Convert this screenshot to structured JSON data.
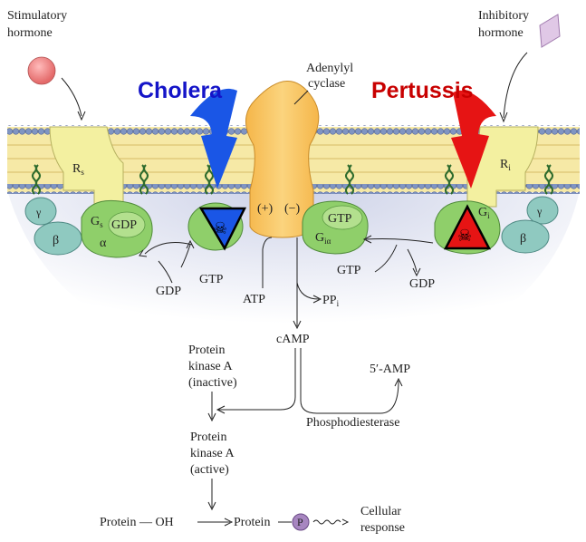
{
  "labels": {
    "stimulatory_line1": "Stimulatory",
    "stimulatory_line2": "hormone",
    "inhibitory_line1": "Inhibitory",
    "inhibitory_line2": "hormone",
    "adenylyl_line1": "Adenylyl",
    "adenylyl_line2": "cyclase",
    "cholera": "Cholera",
    "pertussis": "Pertussis",
    "rs": "R",
    "rs_sub": "s",
    "ri": "R",
    "ri_sub": "i",
    "gamma": "γ",
    "beta": "β",
    "alpha": "α",
    "gs": "G",
    "gs_sub": "s",
    "gdp": "GDP",
    "gtp": "GTP",
    "gia": "G",
    "gia_sub": "iα",
    "gi": "G",
    "gi_sub": "i",
    "plus": "(+)",
    "minus": "(−)",
    "atp": "ATP",
    "ppi": "PP",
    "ppi_sub": "i",
    "camp": "cAMP",
    "pka_inactive_1": "Protein",
    "pka_inactive_2": "kinase A",
    "pka_inactive_3": "(inactive)",
    "pka_active_1": "Protein",
    "pka_active_2": "kinase A",
    "pka_active_3": "(active)",
    "amp": "5′-AMP",
    "phosphodiesterase": "Phosphodiesterase",
    "protein_oh": "Protein — OH",
    "protein": "Protein",
    "p": "P",
    "cellular_1": "Cellular",
    "cellular_2": "response"
  },
  "colors": {
    "cholera": "#1414c8",
    "pertussis": "#c80000",
    "membrane_head": "#7d93c4",
    "membrane_core": "#f4e6a0",
    "receptor": "#f3f0a0",
    "g_alpha": "#8fcf6a",
    "g_beta": "#8fc9c0",
    "cyclase": "#f7c45a",
    "cytosol": "#dde0ee"
  }
}
